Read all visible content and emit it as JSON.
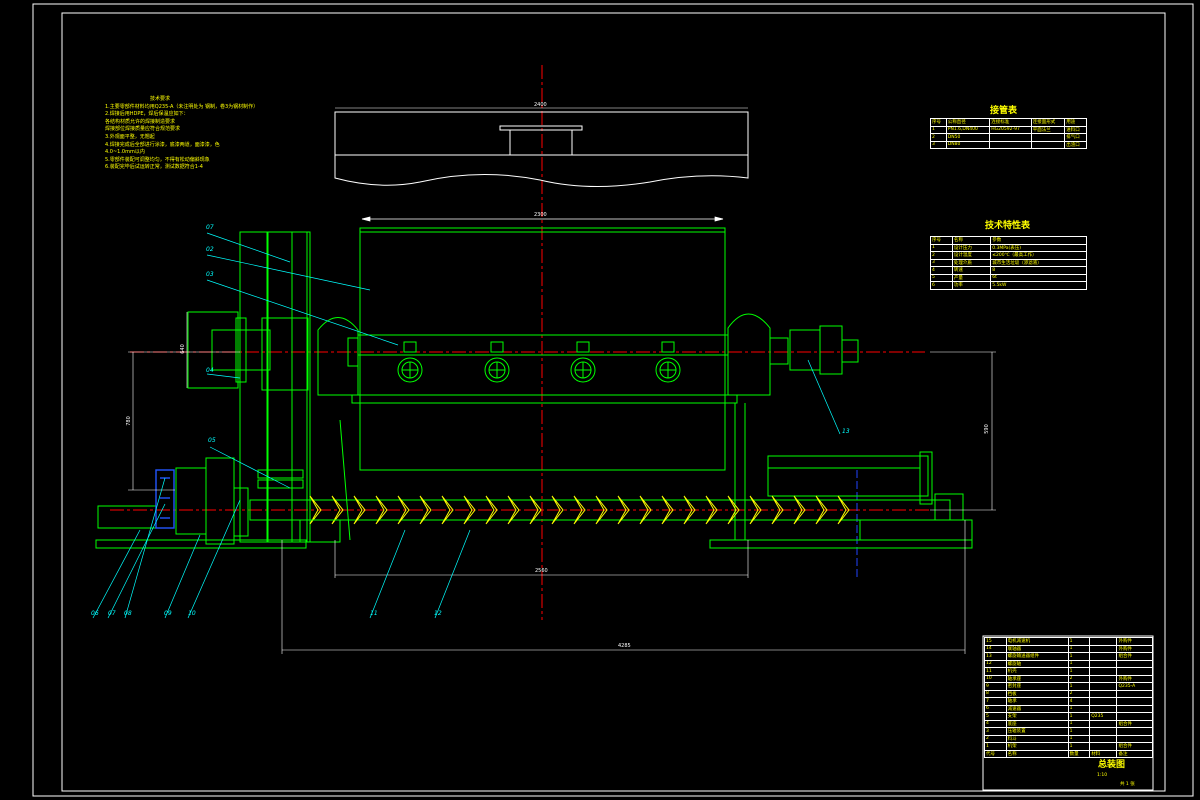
{
  "tech_requirements": {
    "title": "技术要求",
    "lines": [
      "1.主要零部件材料均用Q235-A（未注明处为 钢制，卷3为钢材制作）",
      "2.焊接后用HDPE，焊后保温应如下：",
      "  各结构材质允许的焊接制造要求",
      "  焊接部位焊接质量应符合规范要求",
      "3.外观面平整，无翘起",
      "4.焊接完成后全部进行涂漆，底漆两道，面漆漆，色",
      "  4.0~1.0mm以内",
      "5.零部件装配可调整均匀，不得有松动偏斜现象",
      "6.装配完毕后试运转正常，测试数据符合1-4"
    ]
  },
  "pipe_table": {
    "title": "接管表",
    "header": [
      "序号",
      "公称直径",
      "连接标准",
      "连接面形式",
      "用途"
    ],
    "rows": [
      [
        "1",
        "PN1.6,DN400",
        "HG20592-97",
        "平面法兰",
        "进料口"
      ],
      [
        "2",
        "DN50",
        "",
        "",
        "排气口"
      ],
      [
        "3",
        "DN80",
        "",
        "",
        "出渣口"
      ]
    ]
  },
  "tech_table": {
    "title": "技术特性表",
    "header": [
      "序号",
      "名称",
      "参数"
    ],
    "rows": [
      [
        "1",
        "设计压力",
        "0.3MPa(表压)"
      ],
      [
        "2",
        "设计温度",
        "≤200℃（最高工作）"
      ],
      [
        "3",
        "处理介质",
        "城市生活垃圾（渗滤液）"
      ],
      [
        "4",
        "转速",
        "8"
      ],
      [
        "5",
        "产量",
        "6t"
      ],
      [
        "6",
        "功率",
        "5.5kW"
      ]
    ]
  },
  "dimensions": {
    "top_width": "2400",
    "hopper_width": "2300",
    "left_height_a": "640",
    "left_height_b": "780",
    "right_height": "590",
    "screw_span": "2560",
    "overall_length": "4285"
  },
  "part_labels": [
    "07",
    "02",
    "03",
    "04",
    "05",
    "13",
    "06",
    "07",
    "08",
    "09",
    "10",
    "11",
    "12"
  ],
  "title_block": {
    "drawing_name": "总装图",
    "scale": "1:10",
    "sheet": "共 1 张",
    "header_cols": [
      "代号",
      "名称",
      "数量",
      "材料",
      "备注"
    ],
    "rows": [
      [
        "15",
        "电机减速机",
        "1",
        "",
        "外购件"
      ],
      [
        "14",
        "联轴器",
        "1",
        "",
        "外购件"
      ],
      [
        "13",
        "螺旋输送器组件",
        "1",
        "",
        "组合件"
      ],
      [
        "12",
        "螺旋轴",
        "1",
        "",
        ""
      ],
      [
        "11",
        "机壳",
        "1",
        "",
        ""
      ],
      [
        "10",
        "轴承座",
        "2",
        "",
        "外购件"
      ],
      [
        "9",
        "密封座",
        "1",
        "",
        "Q235-A"
      ],
      [
        "8",
        "挡板",
        "2",
        "",
        ""
      ],
      [
        "7",
        "轴承",
        "4",
        "",
        ""
      ],
      [
        "6",
        "减速器",
        "1",
        "",
        ""
      ],
      [
        "5",
        "支架",
        "1",
        "Q235",
        ""
      ],
      [
        "4",
        "底座",
        "1",
        "",
        "组合件"
      ],
      [
        "3",
        "压辊装置",
        "1",
        "",
        ""
      ],
      [
        "2",
        "料斗",
        "1",
        "",
        ""
      ],
      [
        "1",
        "机架",
        "1",
        "",
        "组合件"
      ]
    ]
  }
}
